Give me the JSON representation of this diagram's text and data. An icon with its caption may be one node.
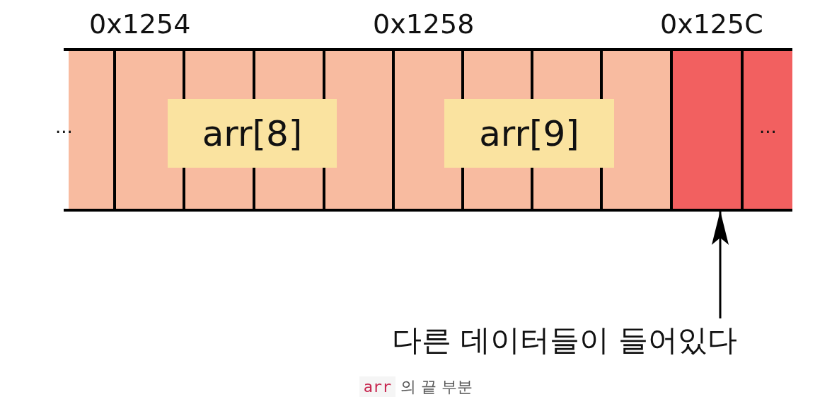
{
  "diagram": {
    "caption": "arr 의 끝 부분",
    "nodes": [
      {
        "text": [
          "arr[8]"
        ]
      },
      {
        "text": [
          "arr[9]"
        ]
      },
      {
        "text": [
          "다른 데이터들이 들어있다"
        ]
      },
      {
        "text": [],
        "shape": "box"
      }
    ],
    "edges": [
      {
        "from": 2,
        "to": 3,
        "arrow": "to"
      }
    ],
    "labels": [
      "0x1254",
      "0x1258",
      "0x125C",
      "...",
      "..."
    ]
  }
}
